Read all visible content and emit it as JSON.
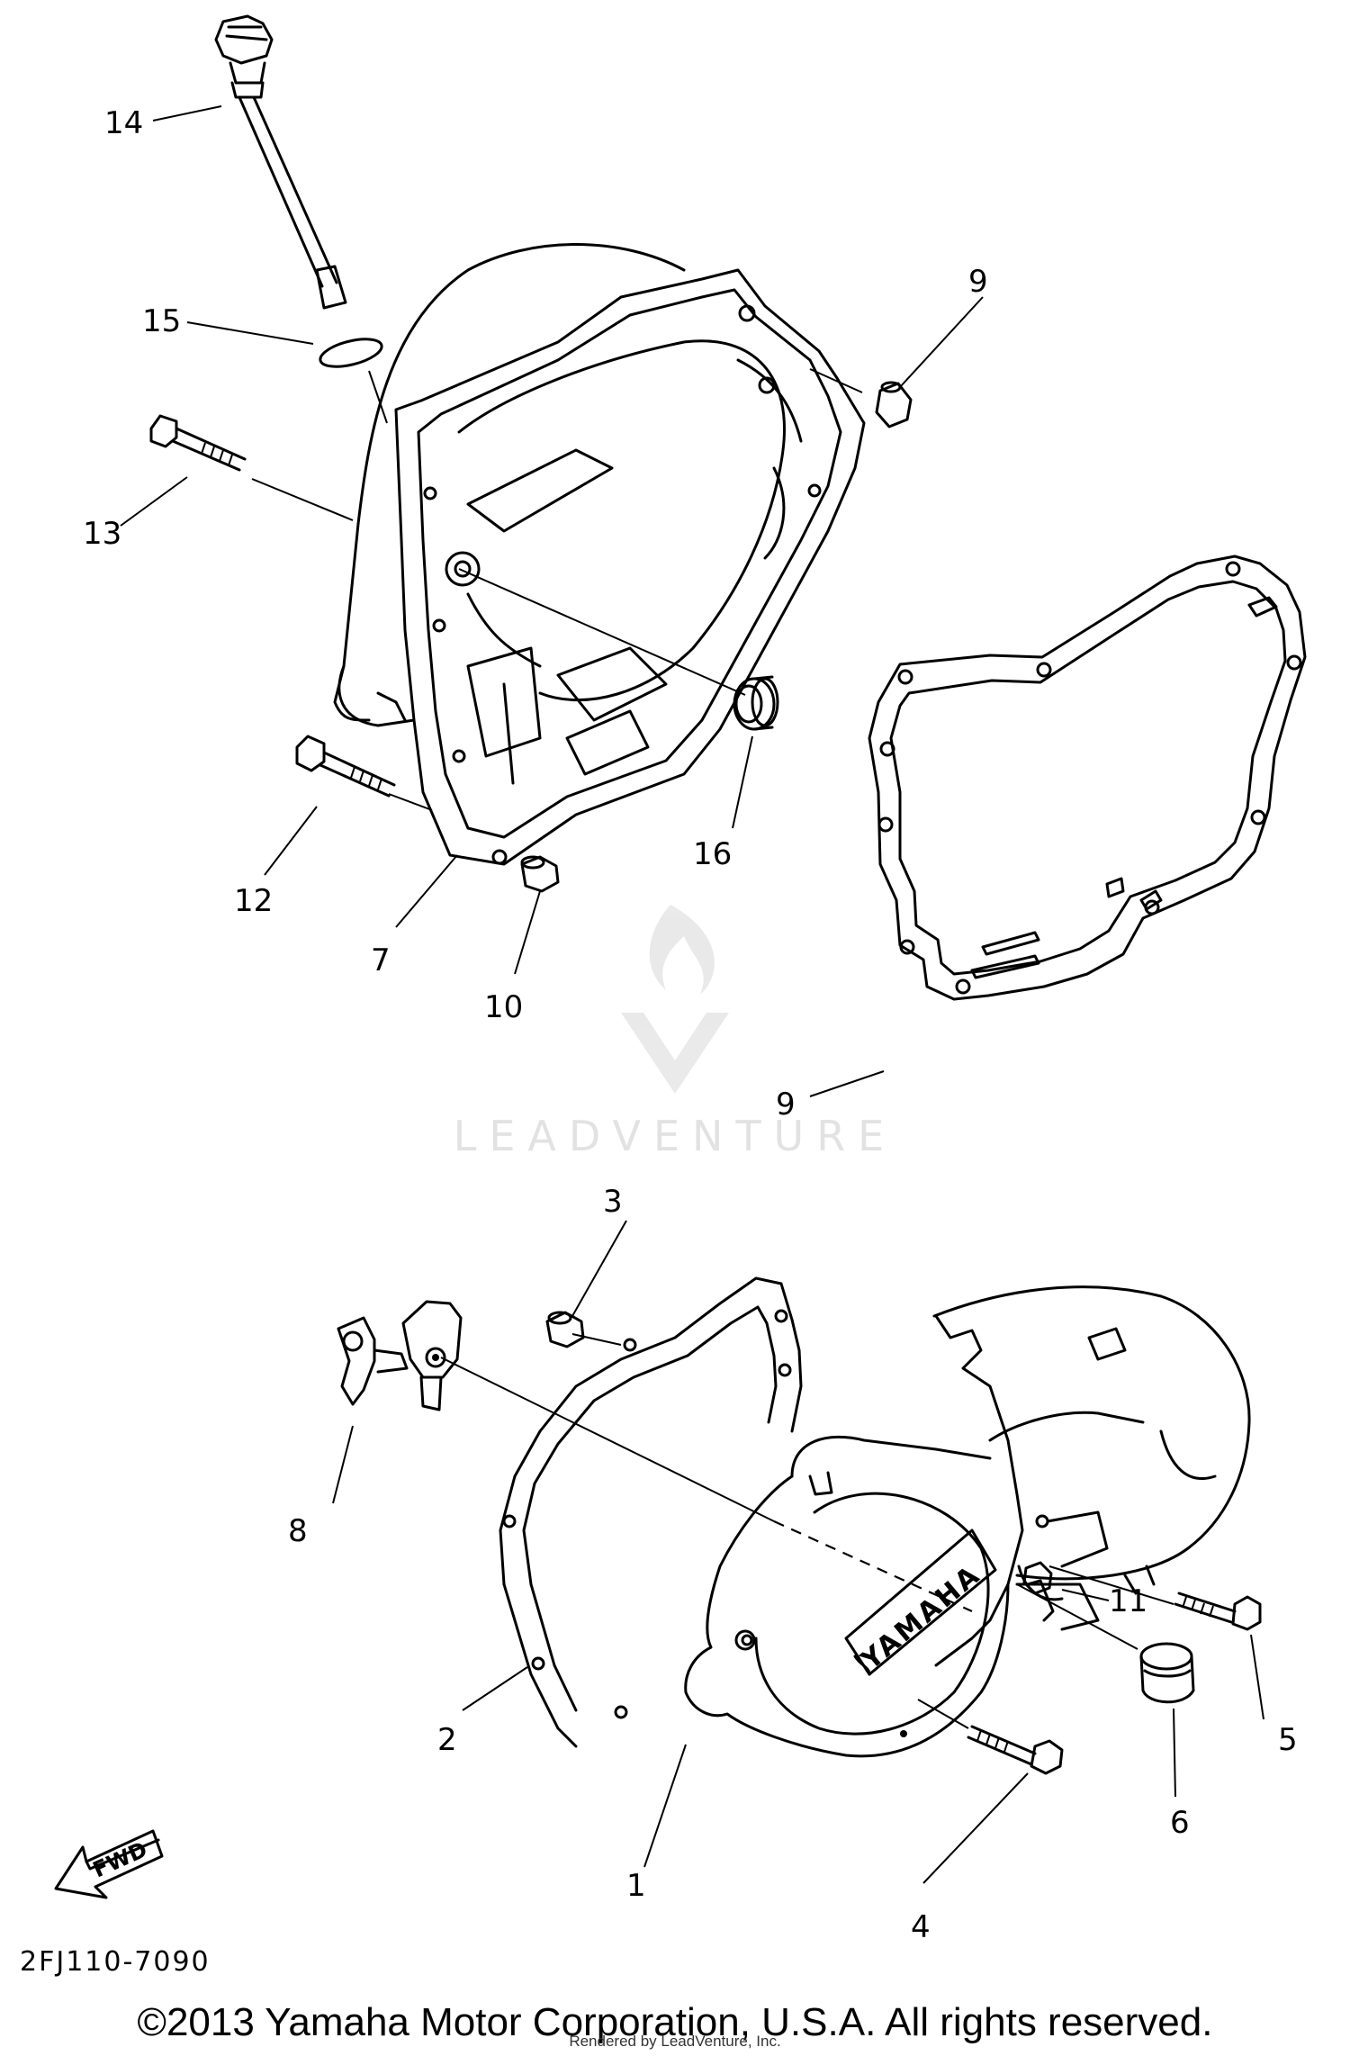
{
  "diagram": {
    "reference_code": "2FJ110-7090",
    "copyright": "©2013 Yamaha Motor Corporation, U.S.A. All rights reserved.",
    "rendered_by": "Rendered by LeadVenture, Inc.",
    "watermark_text": "LEADVENTURE",
    "cover_logo_text": "YAMAHA",
    "fwd_arrow_text": "FWD",
    "callouts": [
      "1",
      "2",
      "3",
      "4",
      "5",
      "6",
      "7",
      "8",
      "9",
      "9",
      "10",
      "11",
      "12",
      "13",
      "14",
      "15",
      "16"
    ]
  },
  "icons": {
    "watermark_logo": "leadventure-flame-logo",
    "direction_arrow": "fwd-arrow-icon"
  }
}
